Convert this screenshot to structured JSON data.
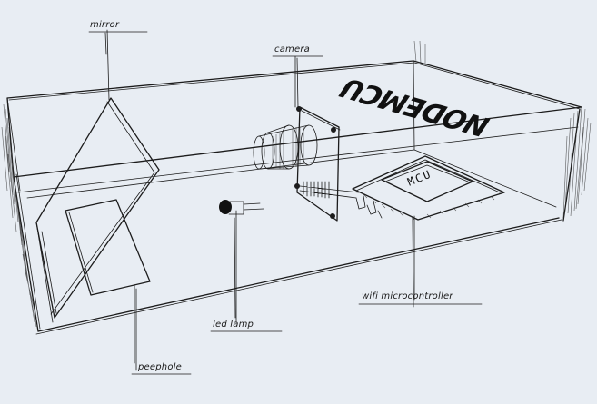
{
  "colors": {
    "background": "#e8edf3",
    "ink": "#1c1c1c"
  },
  "diagram": {
    "labels": {
      "mirror": "mirror",
      "camera": "camera",
      "led_lamp": "led lamp",
      "wifi_microcontroller": "wifi microcontroller",
      "peephole": "peephole"
    },
    "box_lid_text": "NODEMCU",
    "chip_text": "MCU"
  }
}
